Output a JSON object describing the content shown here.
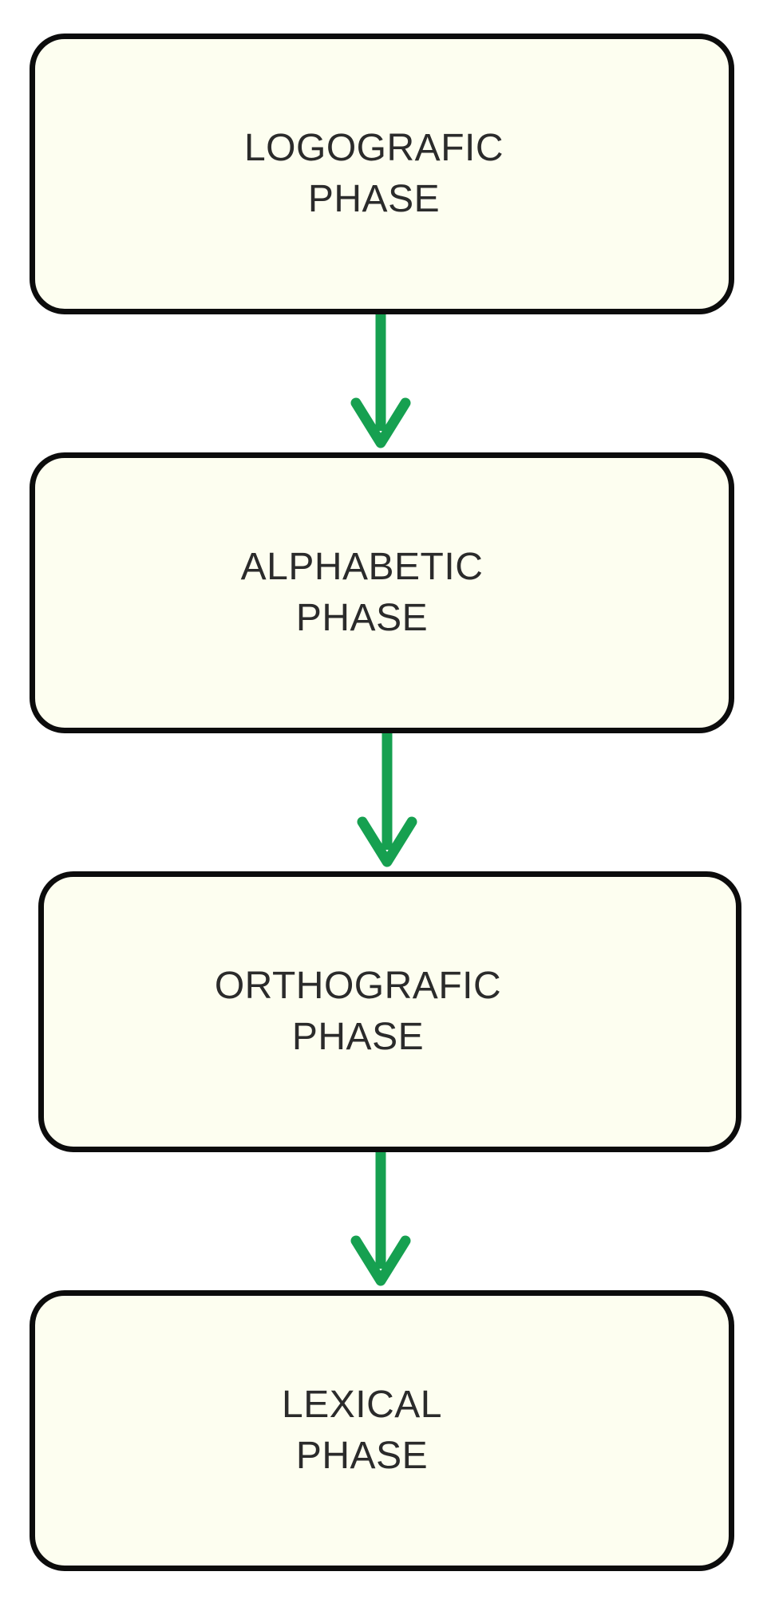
{
  "diagram": {
    "arrow_color": "#16a050",
    "box_fill": "#fdfef0",
    "box_border": "#0c0c0c",
    "phases": [
      {
        "line1": "LOGOGRAFIC",
        "line2": "PHASE"
      },
      {
        "line1": "ALPHABETIC",
        "line2": "PHASE"
      },
      {
        "line1": "ORTHOGRAFIC",
        "line2": "PHASE"
      },
      {
        "line1": "LEXICAL",
        "line2": "PHASE"
      }
    ]
  }
}
